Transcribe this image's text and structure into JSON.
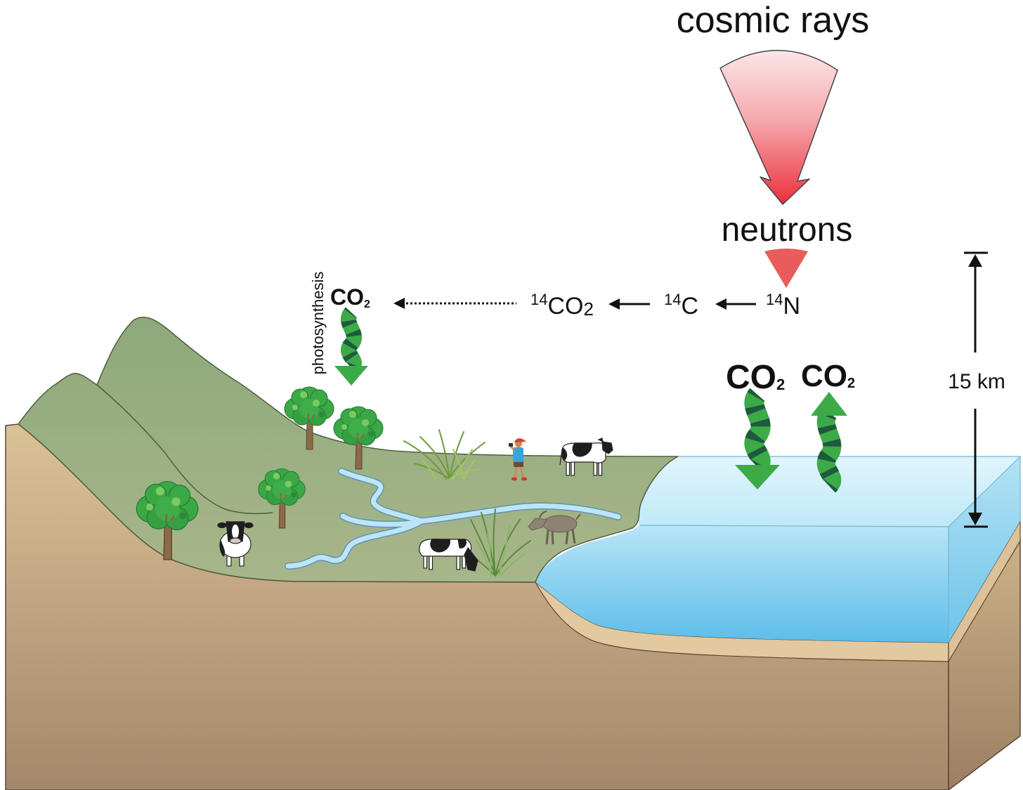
{
  "labels": {
    "cosmic_rays": "cosmic rays",
    "neutrons": "neutrons",
    "photosynthesis": "photosynthesis",
    "scale": "15 km"
  },
  "chain": {
    "nitrogen": {
      "mass": "14",
      "symbol": "N"
    },
    "carbon": {
      "mass": "14",
      "symbol": "C"
    },
    "carbon_dioxide": {
      "mass": "14",
      "symbol": "CO",
      "sub": "2"
    }
  },
  "co2_labels": {
    "photosynthesis": {
      "symbol": "CO",
      "sub": "2"
    },
    "ocean_uptake": {
      "symbol": "CO",
      "sub": "2"
    },
    "ocean_release": {
      "symbol": "CO",
      "sub": "2"
    }
  },
  "colors": {
    "cosmic_ray_red": "#ec2f3b",
    "neutron_red": "#e85d5b",
    "co2_arrow_green": "#3daa48",
    "co2_arrow_stripe": "#1d5b3c",
    "land_green": "#a3b487",
    "ground_tan": "#c9ab80",
    "water_blue": "#7fcdee"
  }
}
